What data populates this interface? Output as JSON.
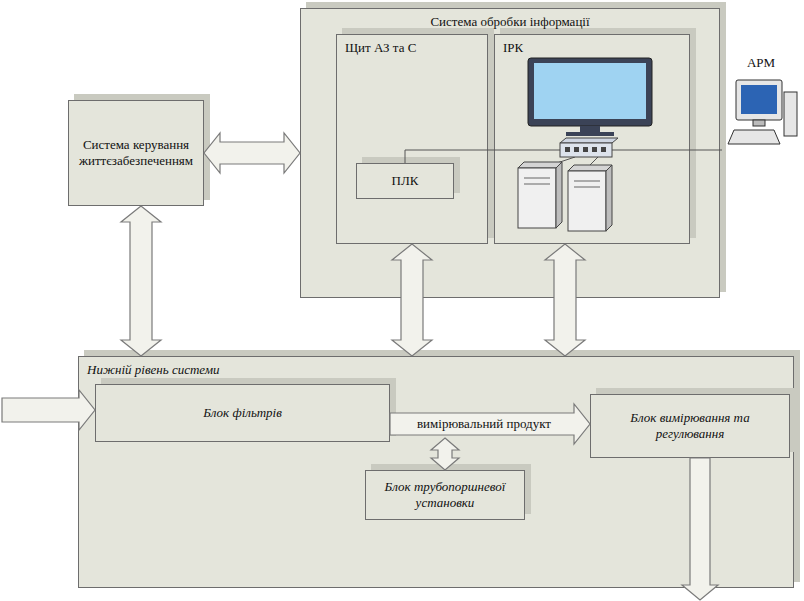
{
  "diagram": {
    "nodes": [
      {
        "text": [
          "Система обробки інформації"
        ]
      },
      {
        "text": [
          "Щит АЗ та С"
        ],
        "in": 0
      },
      {
        "text": [
          "ПЛК"
        ],
        "in": 1
      },
      {
        "text": [
          "ІРК"
        ],
        "in": 0
      },
      {
        "text": [
          "АРМ"
        ]
      },
      {
        "text": [
          "Система керування життєзабезпеченням"
        ]
      },
      {
        "text": [
          "Нижній рівень системи"
        ]
      },
      {
        "text": [
          "Блок фільтрів"
        ],
        "in": 6
      },
      {
        "text": [
          "Блок вимірювання та регулювання"
        ],
        "in": 6
      },
      {
        "text": [
          "Блок трубопоршневої установки"
        ],
        "in": 6
      }
    ],
    "edges": [
      {
        "from": 5,
        "to": 0,
        "arrow": "both"
      },
      {
        "from": 5,
        "to": 6,
        "arrow": "both"
      },
      {
        "from": 1,
        "to": 6,
        "arrow": "both"
      },
      {
        "from": 3,
        "to": 6,
        "arrow": "both"
      },
      {
        "from": 7,
        "to": 8,
        "label": "вимірювальний продукт",
        "arrow": "to"
      },
      {
        "from": 2,
        "to": 3,
        "arrow": "none"
      },
      {
        "from": 3,
        "to": 4,
        "arrow": "none"
      }
    ]
  }
}
